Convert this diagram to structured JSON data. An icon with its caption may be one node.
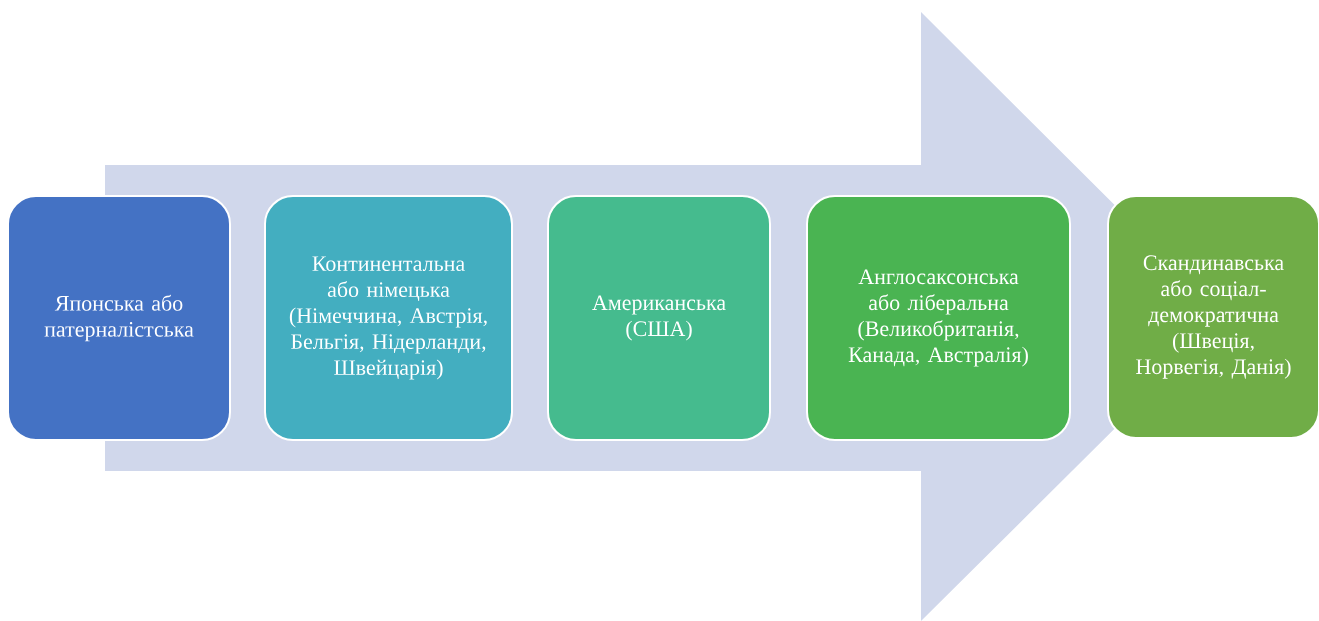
{
  "diagram": {
    "nodes": [
      {
        "text": [
          "Японська або патерналістська"
        ]
      },
      {
        "text": [
          "Континентальна або німецька (Німеччина, Австрія, Бельгія, Нідерланди, Швейцарія)"
        ]
      },
      {
        "text": [
          "Американська (США)"
        ]
      },
      {
        "text": [
          "Англосаксонська або ліберальна (Великобританія, Канада, Австралія)"
        ]
      },
      {
        "text": [
          "Скандинавська або соціал-демократична (Швеція, Норвегія, Данія)"
        ]
      }
    ],
    "edges": [
      {
        "from": 0,
        "to": 4,
        "arrow": "to"
      }
    ]
  }
}
